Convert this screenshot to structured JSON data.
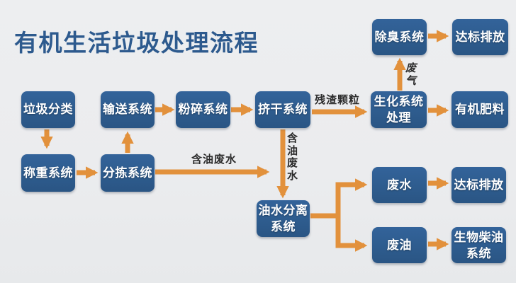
{
  "title": "有机生活垃圾处理流程",
  "colors": {
    "node_bg": "#2E5C8E",
    "arrow": "#E2913C",
    "background": "#EBEDEF",
    "title_text": "#2D5A8E",
    "edge_label_text": "#2B2B2B",
    "node_text": "#FFFFFF"
  },
  "diagram": {
    "nodes": [
      {
        "id": "garbage-classification",
        "label": "垃圾分类"
      },
      {
        "id": "conveying-system",
        "label": "输送系统"
      },
      {
        "id": "crushing-system",
        "label": "粉碎系统"
      },
      {
        "id": "squeezing-system",
        "label": "挤干系统"
      },
      {
        "id": "biochemical-system",
        "label": "生化系统\n处理"
      },
      {
        "id": "organic-fertilizer",
        "label": "有机肥料"
      },
      {
        "id": "deodorization-system",
        "label": "除臭系统"
      },
      {
        "id": "standard-discharge-gas",
        "label": "达标排放"
      },
      {
        "id": "weighing-system",
        "label": "称重系统"
      },
      {
        "id": "sorting-system",
        "label": "分拣系统"
      },
      {
        "id": "oil-water-separation-system",
        "label": "油水分离\n系统"
      },
      {
        "id": "wastewater",
        "label": "废水"
      },
      {
        "id": "standard-discharge-water",
        "label": "达标排放"
      },
      {
        "id": "waste-oil",
        "label": "废油"
      },
      {
        "id": "biodiesel-system",
        "label": "生物柴油\n系统"
      }
    ],
    "edge_labels": [
      {
        "id": "residue-particles",
        "text": "残渣颗粒"
      },
      {
        "id": "waste-gas",
        "text": "废气"
      },
      {
        "id": "oily-wastewater-horizontal",
        "text": "含油废水"
      },
      {
        "id": "oily-wastewater-vertical",
        "text": "含油废水"
      }
    ]
  }
}
